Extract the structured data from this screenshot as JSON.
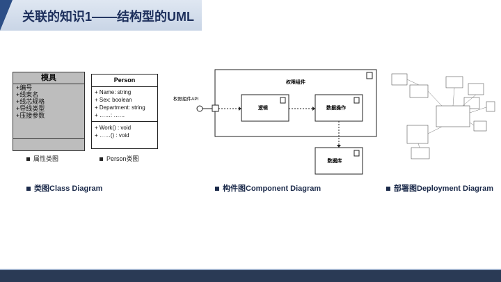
{
  "header": {
    "title": "关联的知识1——结构型的UML"
  },
  "class_diagram": {
    "mold": {
      "name": "模具",
      "attributes": [
        "+编号",
        "+线束名",
        "+线芯规格",
        "+导线类型",
        "+压接参数"
      ]
    },
    "person": {
      "name": "Person",
      "attributes": [
        "+   Name:  string",
        "+   Sex:  boolean",
        "+   Department:  string",
        "+   ……:  ……"
      ],
      "methods": [
        "+   Work() : void",
        "+   ……() : void"
      ]
    },
    "captions": [
      "属性类图",
      "Person类图"
    ],
    "label": "类图Class Diagram"
  },
  "component_diagram": {
    "outer_label": "权限组件",
    "api_label": "权限组件API",
    "logic_label": "逻辑",
    "data_op_label": "数据操作",
    "database_label": "数据库",
    "label": "构件图Component Diagram"
  },
  "deployment_diagram": {
    "label": "部署图Deployment Diagram"
  },
  "colors": {
    "title_text": "#1d2f5c",
    "accent": "#2c4e86",
    "footer": "#2a3a55"
  }
}
